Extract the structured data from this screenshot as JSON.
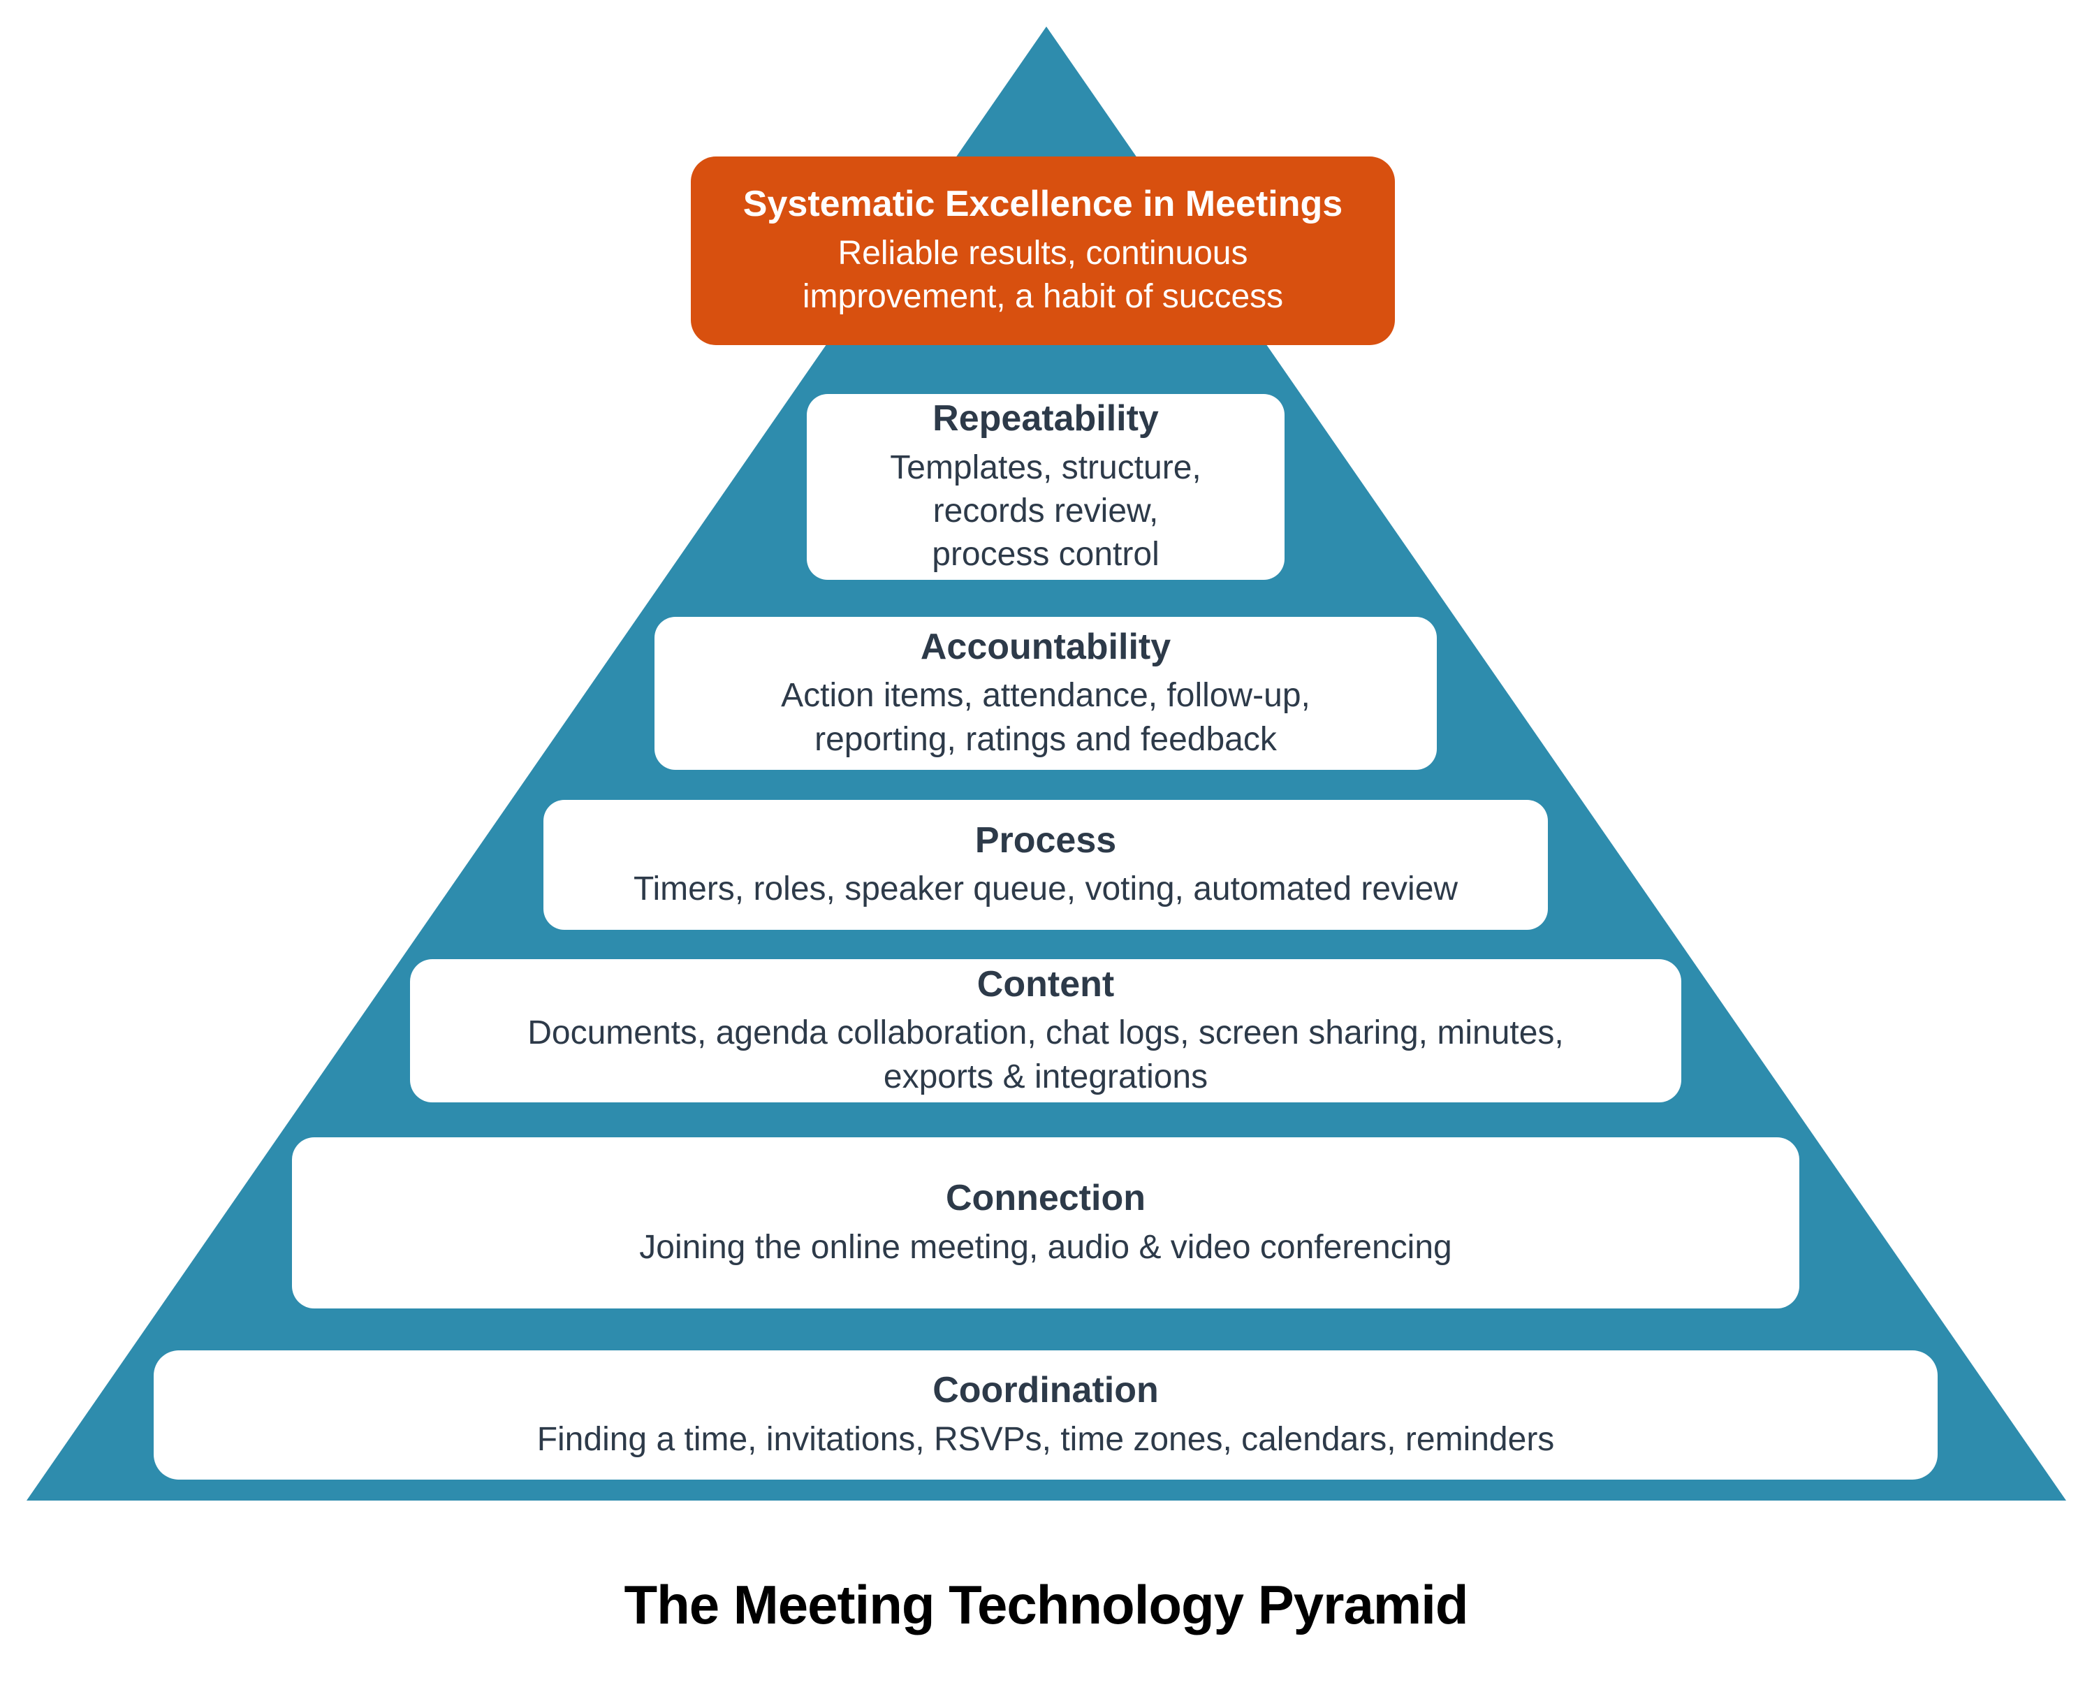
{
  "diagram": {
    "footer_title": "The Meeting Technology Pyramid",
    "colors": {
      "pyramid_fill": "#2e8cad",
      "peak_box_bg": "#d8500f",
      "peak_box_text": "#ffffff",
      "level_box_bg": "#ffffff",
      "level_box_text": "#2d3a49",
      "footer_text": "#000000"
    },
    "levels": [
      {
        "id": "peak",
        "title": "Systematic Excellence in Meetings",
        "body": "Reliable results, continuous\nimprovement, a habit of success"
      },
      {
        "id": "repeatability",
        "title": "Repeatability",
        "body": "Templates, structure,\nrecords review,\nprocess control"
      },
      {
        "id": "accountability",
        "title": "Accountability",
        "body": "Action items, attendance, follow-up,\nreporting, ratings and feedback"
      },
      {
        "id": "process",
        "title": "Process",
        "body": "Timers, roles, speaker queue, voting, automated review"
      },
      {
        "id": "content",
        "title": "Content",
        "body": "Documents, agenda collaboration, chat logs, screen sharing, minutes,\nexports & integrations"
      },
      {
        "id": "connection",
        "title": "Connection",
        "body": "Joining the online meeting, audio & video conferencing"
      },
      {
        "id": "coordination",
        "title": "Coordination",
        "body": "Finding a time, invitations, RSVPs, time zones, calendars, reminders"
      }
    ]
  }
}
